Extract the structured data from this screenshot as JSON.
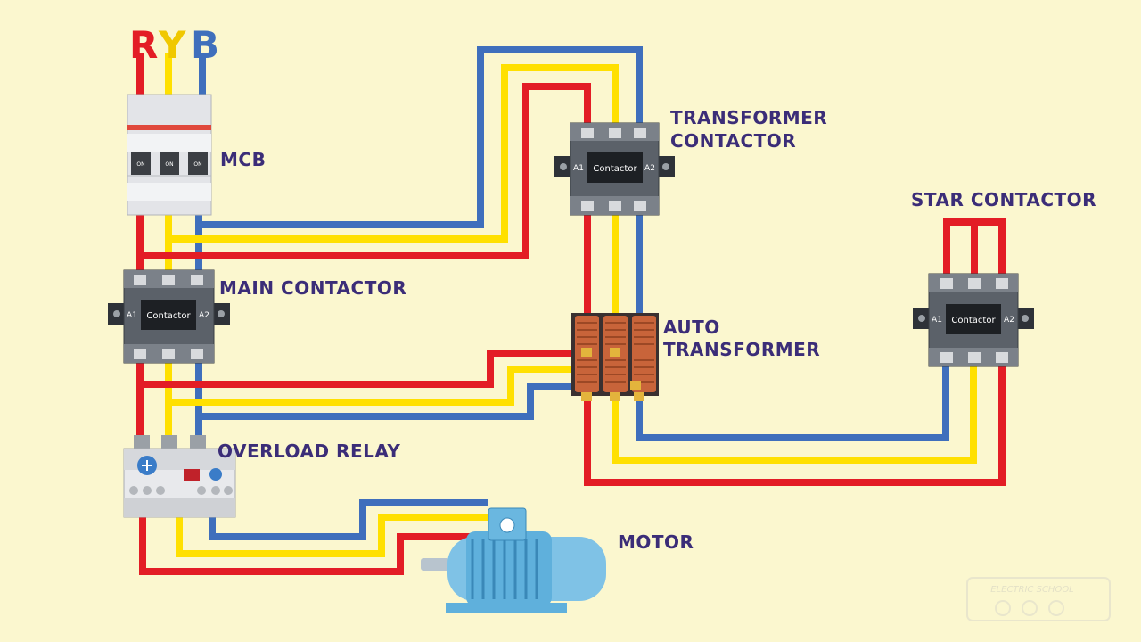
{
  "phases": {
    "r": {
      "label": "R",
      "color": "#e31d25"
    },
    "y": {
      "label": "Y",
      "color": "#f0c800"
    },
    "b": {
      "label": "B",
      "color": "#3f6fbc"
    }
  },
  "labels": {
    "mcb": "MCB",
    "transformer_contactor_1": "TRANSFORMER",
    "transformer_contactor_2": "CONTACTOR",
    "main_contactor": "MAIN CONTACTOR",
    "auto_transformer_1": "AUTO",
    "auto_transformer_2": "TRANSFORMER",
    "star_contactor": "STAR CONTACTOR",
    "overload_relay": "OVERLOAD RELAY",
    "motor": "MOTOR"
  },
  "device_text": {
    "contactor": "Contactor",
    "coil_a1": "A1",
    "coil_a2": "A2",
    "mcb_switch": "ON"
  },
  "watermark": "ELECTRIC SCHOOL",
  "colors": {
    "background": "#fbf7cf",
    "label": "#3b2d78",
    "red_wire": "#e31d25",
    "yellow_wire": "#ffe000",
    "blue_wire": "#3f6fbc"
  }
}
